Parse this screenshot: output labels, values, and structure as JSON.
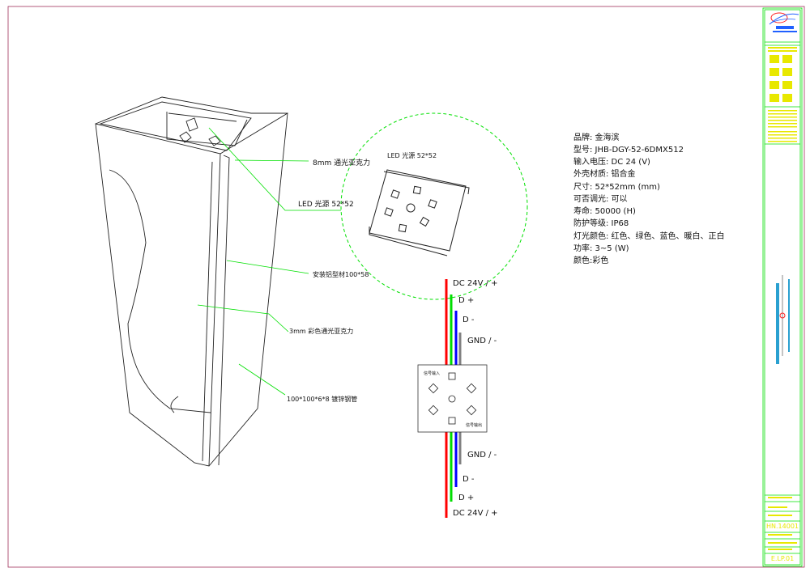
{
  "specs": [
    "品牌: 金海滨",
    "型号: JHB-DGY-52-6DMX512",
    "输入电压: DC 24 (V)",
    "外壳材质: 铝合金",
    "尺寸: 52*52mm (mm)",
    "可否调光: 可以",
    "寿命: 50000 (H)",
    "防护等级: IP68",
    "灯光颜色: 红色、绿色、蓝色、暖白、正白",
    "功率: 3~5 (W)",
    "颜色:彩色"
  ],
  "callouts": {
    "acrylic_8mm": "8mm 通光亚克力",
    "led_source": "LED 光源 52*52",
    "mount_profile": "安装铝型材100*58",
    "acrylic_3mm": "3mm 彩色通光亚克力",
    "steel_tube": "100*100*6*8 镀锌钢管"
  },
  "detail": {
    "label": "LED 光源 52*52"
  },
  "wiring": {
    "top": [
      "DC 24V / +",
      "D +",
      "D -",
      "GND / -"
    ],
    "bottom": [
      "GND / -",
      "D -",
      "D +",
      "DC 24V / +"
    ],
    "signal_in": "信号输入",
    "signal_out": "信号输出",
    "colors": {
      "power": "#ff0000",
      "data_plus": "#00dd00",
      "data_minus": "#0000ff",
      "gnd": "#808080"
    }
  },
  "title_block": {
    "drawing_no": "HN.14001",
    "sheet_no": "E.LP.01"
  },
  "colors": {
    "frame": "#00e000",
    "border": "#a0305a",
    "tb_text": "#e8e800",
    "leader": "#00e000"
  }
}
